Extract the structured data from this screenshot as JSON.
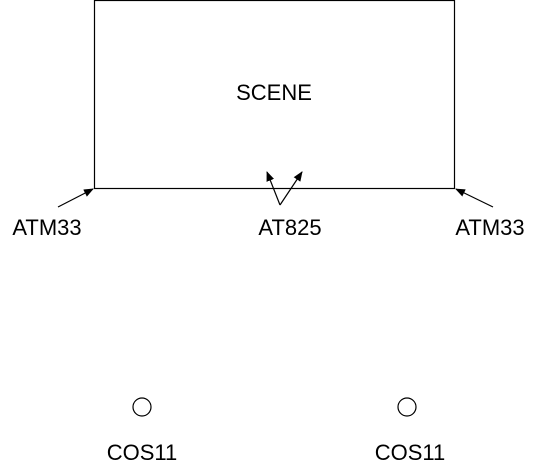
{
  "scene": {
    "label": "SCENE"
  },
  "labels": {
    "atm33_left": "ATM33",
    "at825": "AT825",
    "atm33_right": "ATM33",
    "cos11_left": "COS11",
    "cos11_right": "COS11"
  },
  "colors": {
    "stroke": "#000000",
    "background": "#ffffff"
  }
}
